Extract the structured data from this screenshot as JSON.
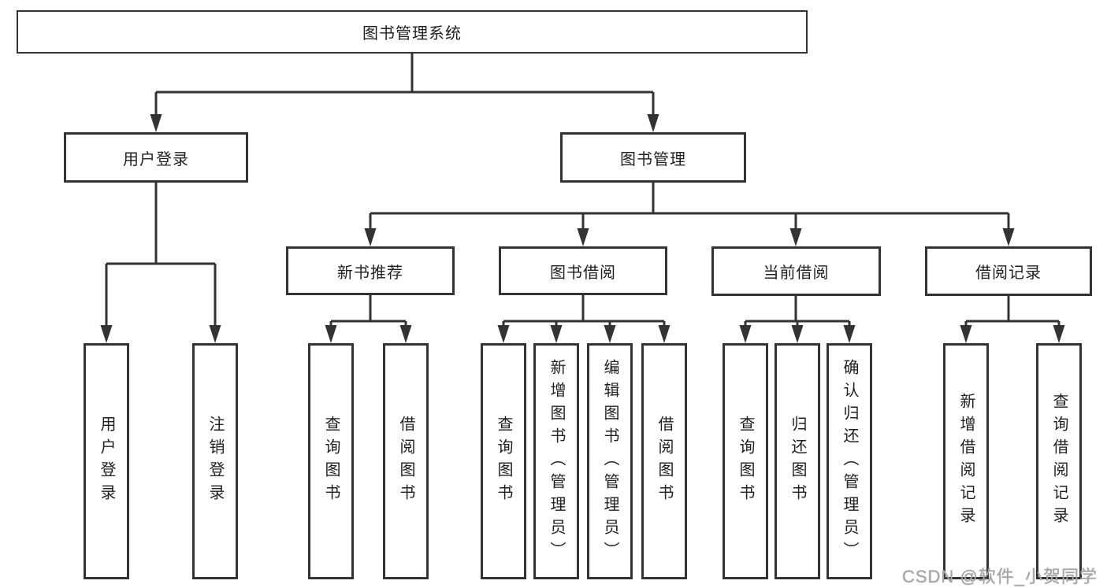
{
  "colors": {
    "line": "#333333",
    "box_border": "#333333",
    "box_fill": "#ffffff",
    "text": "#1f1f1f",
    "watermark": "#a6a6a6",
    "background": "#ffffff"
  },
  "tree": {
    "label": "图书管理系统",
    "children": [
      {
        "label": "用户登录",
        "children": [
          {
            "label": "用户登录"
          },
          {
            "label": "注销登录"
          }
        ]
      },
      {
        "label": "图书管理",
        "children": [
          {
            "label": "新书推荐",
            "children": [
              {
                "label": "查询图书"
              },
              {
                "label": "借阅图书"
              }
            ]
          },
          {
            "label": "图书借阅",
            "children": [
              {
                "label": "查询图书"
              },
              {
                "label": "新增图书（管理员）"
              },
              {
                "label": "编辑图书（管理员）"
              },
              {
                "label": "借阅图书"
              }
            ]
          },
          {
            "label": "当前借阅",
            "children": [
              {
                "label": "查询图书"
              },
              {
                "label": "归还图书"
              },
              {
                "label": "确认归还（管理员）"
              }
            ]
          },
          {
            "label": "借阅记录",
            "children": [
              {
                "label": "新增借阅记录"
              },
              {
                "label": "查询借阅记录"
              }
            ]
          }
        ]
      }
    ]
  },
  "watermark": {
    "text": "CSDN @软件_小贺同学"
  }
}
